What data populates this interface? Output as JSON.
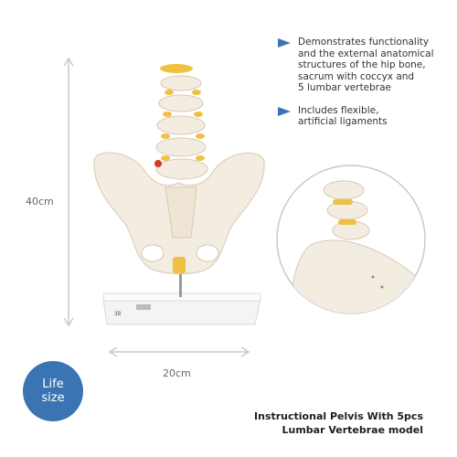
{
  "dimensions": {
    "height": "40cm",
    "width": "20cm"
  },
  "features": [
    {
      "icon": "triangle-bullet-icon",
      "lines": [
        "Demonstrates functionality",
        "and the external anatomical",
        "structures of the hip bone,",
        "sacrum with coccyx and",
        "5 lumbar vertebrae"
      ]
    },
    {
      "icon": "triangle-bullet-icon",
      "lines": [
        "Includes flexible,",
        "artificial ligaments"
      ]
    }
  ],
  "badge": {
    "line1": "Life",
    "line2": "size"
  },
  "caption": {
    "line1": "Instructional Pelvis With 5pcs",
    "line2": "Lumbar Vertebrae model"
  },
  "colors": {
    "accent": "#3a74b3",
    "dimension_line": "#c8c8d2",
    "bone": "#f3ece0",
    "ligament": "#f0c040"
  }
}
